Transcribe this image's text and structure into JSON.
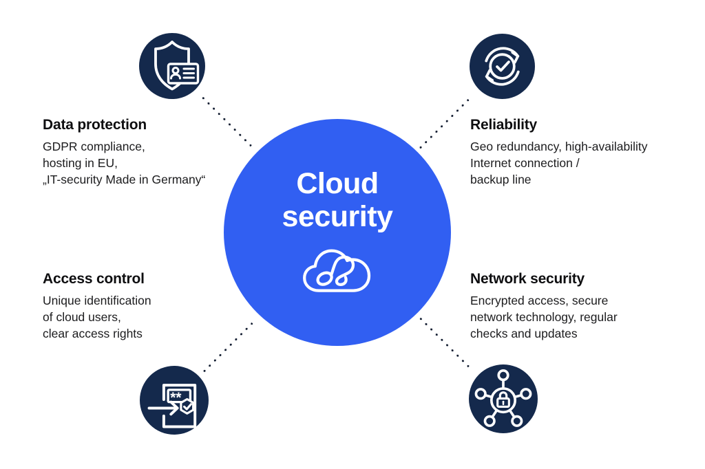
{
  "diagram": {
    "center": {
      "title_line1": "Cloud",
      "title_line2": "security",
      "icon": "cloud-loop-logo"
    },
    "colors": {
      "center_blue": "#315FF2",
      "icon_navy": "#14294C",
      "dot_color": "#121C30",
      "heading_text": "#0E0E10",
      "body_text": "#1C1C1E",
      "background": "#FFFFFF"
    },
    "nodes": [
      {
        "id": "data-protection",
        "position": "top-left",
        "icon": "shield-id-card-icon",
        "title": "Data protection",
        "lines": [
          "GDPR compliance,",
          "hosting in EU,",
          "„IT-security Made in Germany“"
        ]
      },
      {
        "id": "reliability",
        "position": "top-right",
        "icon": "sync-check-icon",
        "title": "Reliability",
        "lines": [
          "Geo redundancy, high-availability",
          "Internet connection /",
          "backup line"
        ]
      },
      {
        "id": "access-control",
        "position": "bottom-left",
        "icon": "door-login-password-icon",
        "title": "Access control",
        "lines": [
          "Unique identification",
          "of cloud users,",
          "clear access rights"
        ]
      },
      {
        "id": "network-security",
        "position": "bottom-right",
        "icon": "network-lock-icon",
        "title": "Network security",
        "lines": [
          "Encrypted access, secure",
          "network technology, regular",
          "checks and updates"
        ]
      }
    ]
  }
}
